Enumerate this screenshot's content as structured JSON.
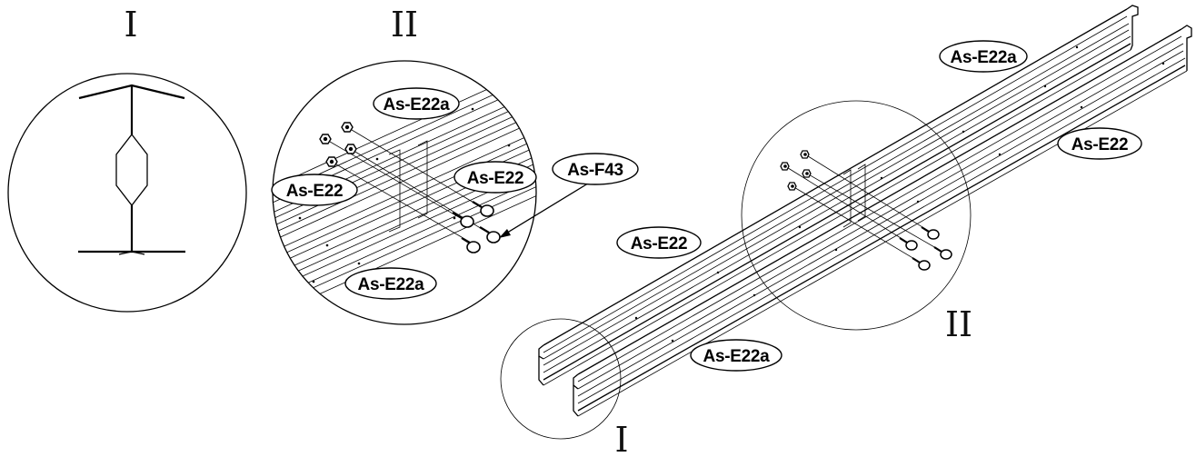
{
  "view_labels": {
    "detail_one": "I",
    "detail_two": "II",
    "callout_two": "II",
    "callout_one": "I"
  },
  "part_tags": {
    "detail_two_top": "As-E22a",
    "detail_two_left": "As-E22",
    "detail_two_mid": "As-E22",
    "detail_two_bolt": "As-F43",
    "detail_two_bottom": "As-E22a",
    "main_top": "As-E22a",
    "main_right": "As-E22",
    "main_left": "As-E22",
    "main_bottom": "As-E22a"
  }
}
